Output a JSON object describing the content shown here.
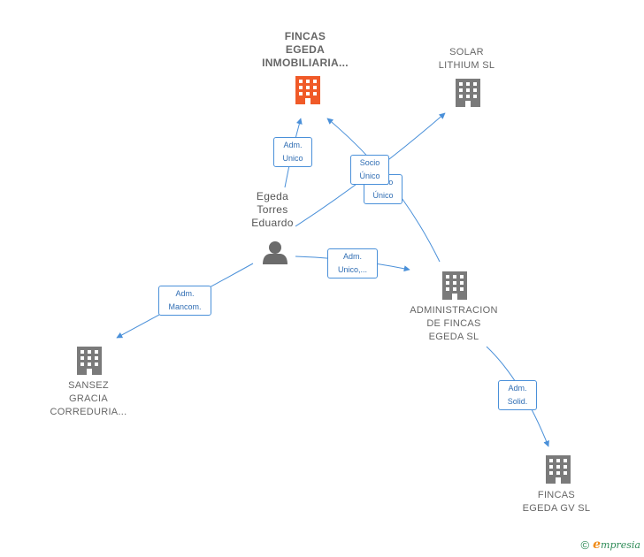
{
  "colors": {
    "edge": "#4a90d9",
    "building": "#7a7a7a",
    "building_main": "#f05a28",
    "person": "#6b6b6b"
  },
  "nodes": {
    "fincas_egeda_inmobiliaria": [
      "FINCAS",
      "EGEDA",
      "INMOBILIARIA..."
    ],
    "solar_lithium": [
      "SOLAR",
      "LITHIUM  SL"
    ],
    "egeda_torres_eduardo": [
      "Egeda",
      "Torres",
      "Eduardo"
    ],
    "administracion_fincas": [
      "ADMINISTRACION",
      "DE FINCAS",
      "EGEDA SL"
    ],
    "sansez_gracia": [
      "SANSEZ",
      "GRACIA",
      "CORREDURIA..."
    ],
    "fincas_egeda_gv": [
      "FINCAS",
      "EGEDA GV  SL"
    ]
  },
  "edges": {
    "adm_unico_1": [
      "Adm.",
      "Unico"
    ],
    "socio_unico_1": [
      "Socio",
      "Único"
    ],
    "socio_unico_2": [
      "Socio",
      "Único"
    ],
    "adm_unico_2": [
      "Adm.",
      "Unico,..."
    ],
    "adm_mancom": [
      "Adm.",
      "Mancom."
    ],
    "adm_solid": [
      "Adm.",
      "Solid."
    ]
  },
  "footer": {
    "copyright": "©",
    "brand_initial": "e",
    "brand_rest": "mpresia"
  }
}
